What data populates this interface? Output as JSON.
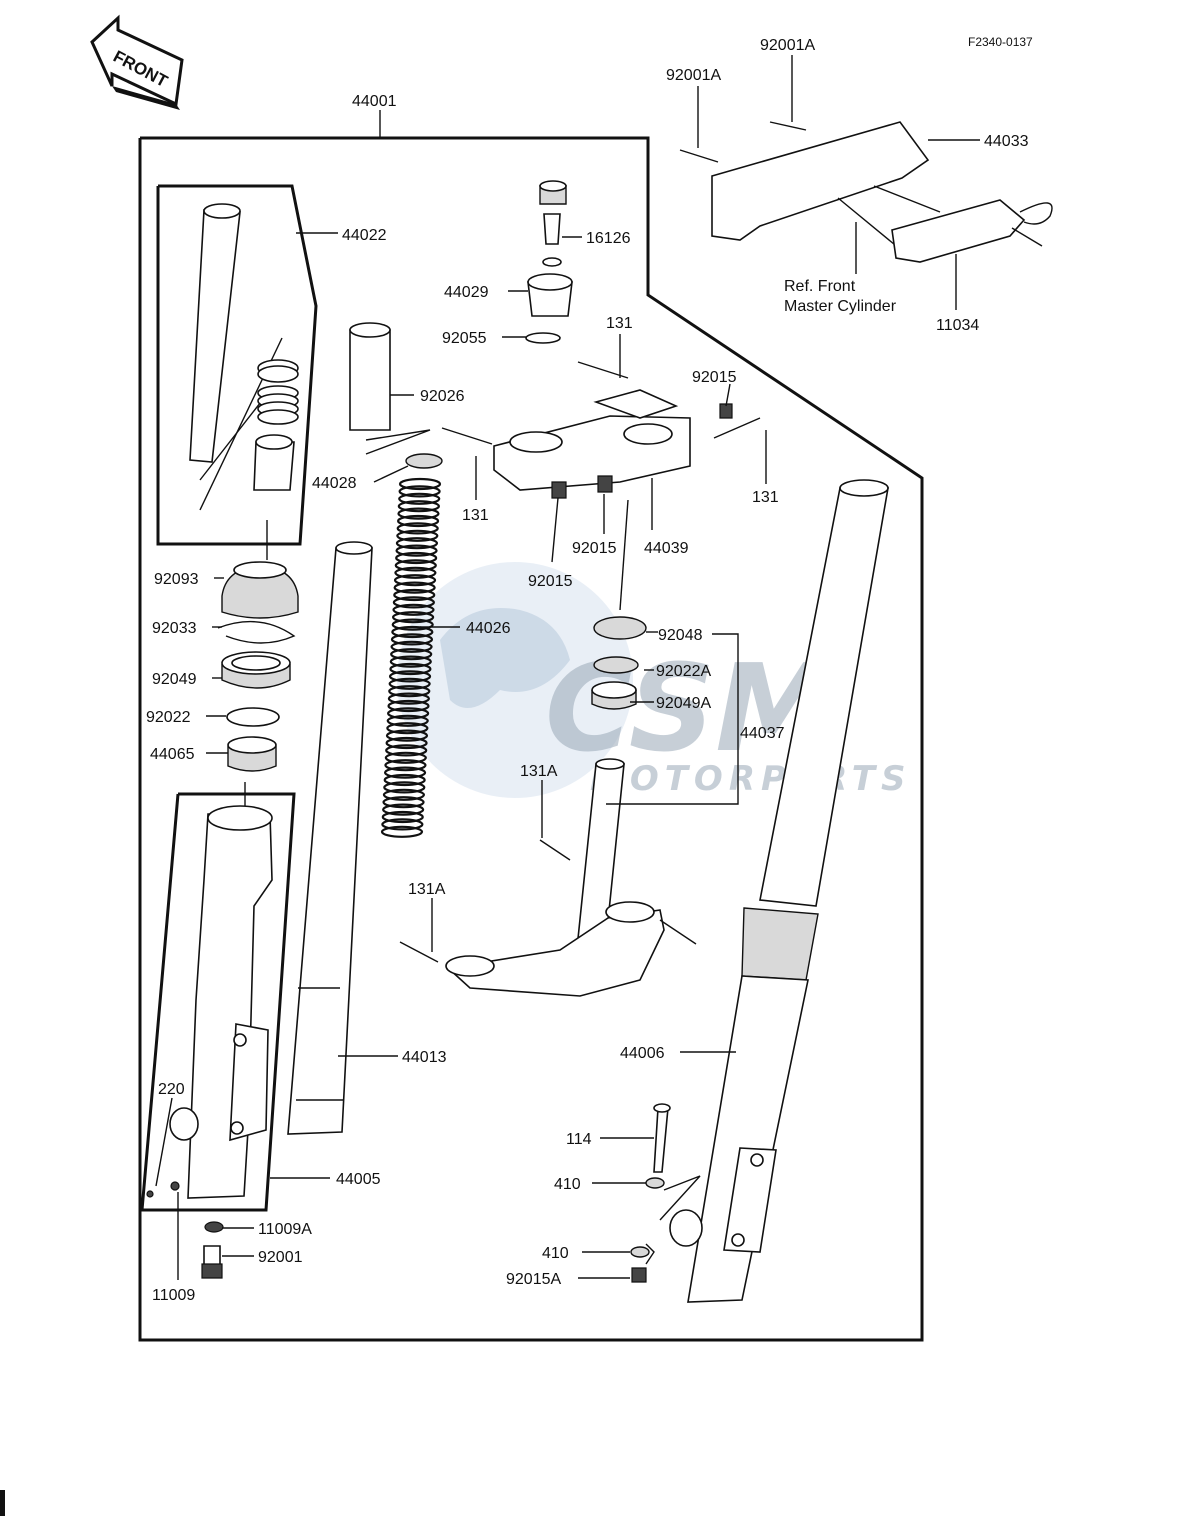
{
  "diagram_code": "F2340-0137",
  "front_arrow": "FRONT",
  "watermark": {
    "brand": "CSM",
    "sub": "MOTORPARTS"
  },
  "reference": {
    "line1": "Ref. Front",
    "line2": "Master Cylinder"
  },
  "labels": {
    "p44001": "44001",
    "p92001a_top": "92001A",
    "p92001a_left": "92001A",
    "p44033": "44033",
    "p44022": "44022",
    "p16126": "16126",
    "p44029": "44029",
    "p11034": "11034",
    "p92055": "92055",
    "p131_top": "131",
    "p92015_top": "92015",
    "p92026": "92026",
    "p44028": "44028",
    "p131_left": "131",
    "p131_right": "131",
    "p92015_mid": "92015",
    "p44039": "44039",
    "p92015_low": "92015",
    "p92093": "92093",
    "p44026": "44026",
    "p92033": "92033",
    "p92048": "92048",
    "p92049": "92049",
    "p92022a": "92022A",
    "p92049a": "92049A",
    "p92022": "92022",
    "p44037": "44037",
    "p44065": "44065",
    "p131a_upper": "131A",
    "p131a_lower": "131A",
    "p44013": "44013",
    "p44006": "44006",
    "p220": "220",
    "p114": "114",
    "p44005": "44005",
    "p410_upper": "410",
    "p11009a": "11009A",
    "p92001": "92001",
    "p410_lower": "410",
    "p92015a": "92015A",
    "p11009": "11009"
  }
}
